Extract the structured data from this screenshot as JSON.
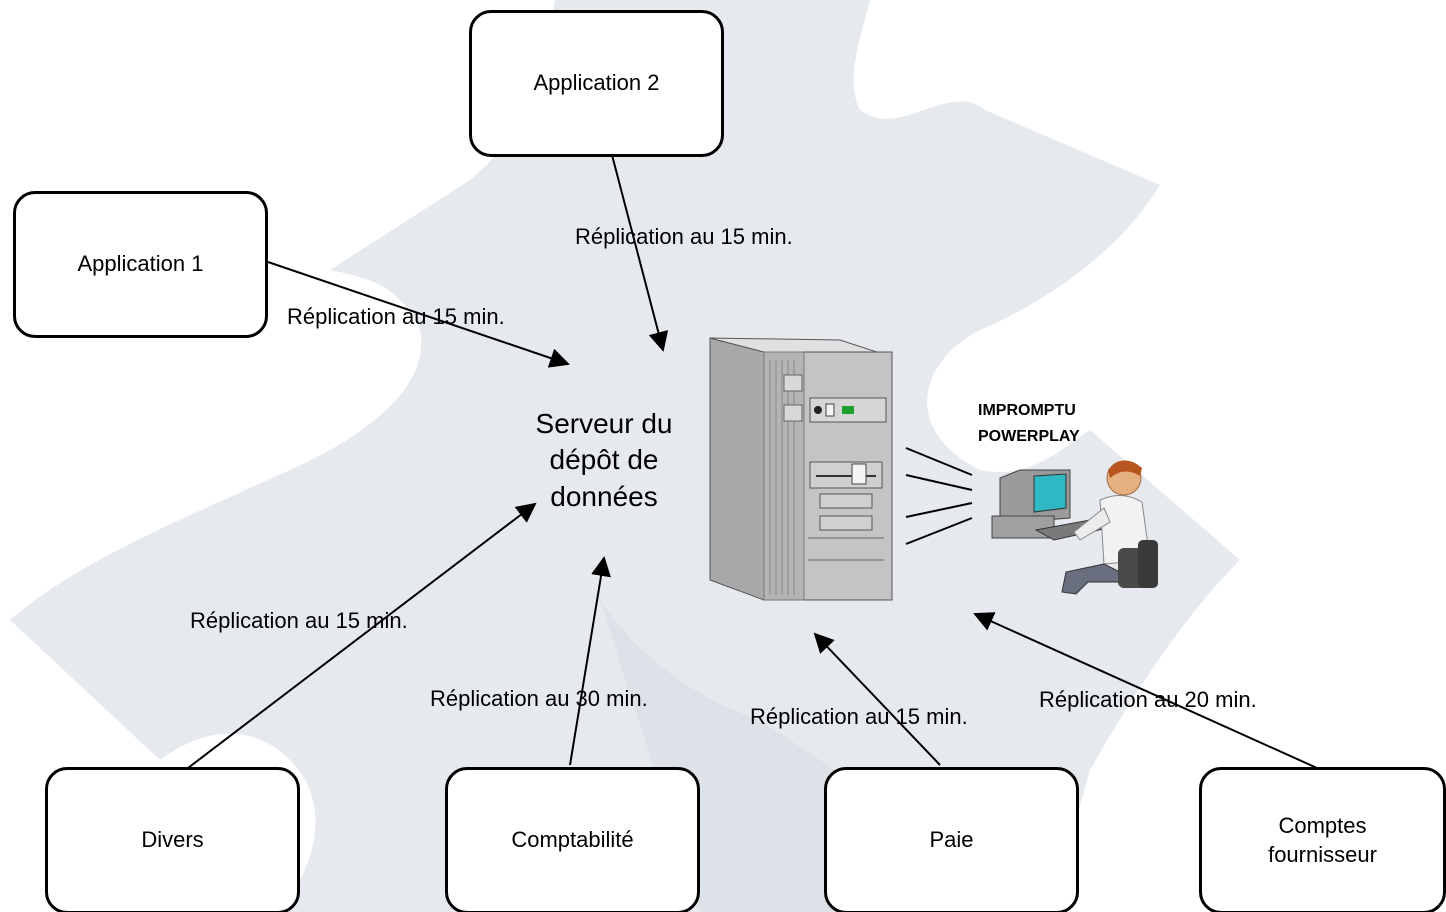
{
  "nodes": {
    "app1": "Application 1",
    "app2": "Application 2",
    "divers": "Divers",
    "comptabilite": "Comptabilité",
    "paie": "Paie",
    "comptes_line1": "Comptes",
    "comptes_line2": "fournisseur"
  },
  "server": {
    "line1": "Serveur du",
    "line2": "dépôt de",
    "line3": "données"
  },
  "tools": {
    "line1": "IMPROMPTU",
    "line2": "POWERPLAY"
  },
  "edges": {
    "app2": "Réplication au 15 min.",
    "app1": "Réplication au 15 min.",
    "divers": "Réplication au 15 min.",
    "comptabilite": "Réplication au 30 min.",
    "paie": "Réplication au 15 min.",
    "comptes": "Réplication au 20 min."
  },
  "colors": {
    "background_shape": "#e6eaef",
    "server_body": "#c8c8c8",
    "monitor_screen": "#2fb8c4",
    "lines": "#000000"
  },
  "icons": [
    "puzzle-background-icon",
    "server-tower-icon",
    "user-at-computer-icon"
  ]
}
